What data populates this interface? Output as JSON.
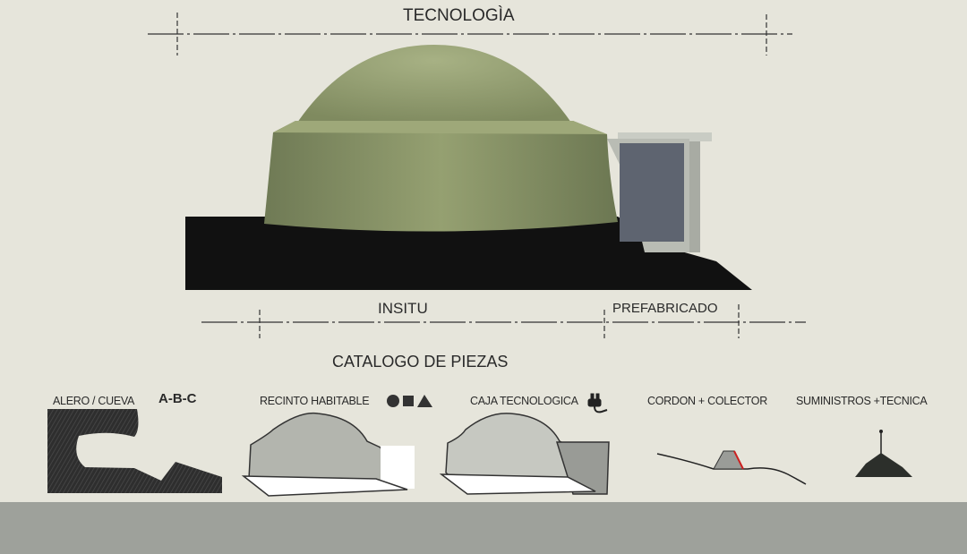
{
  "title": "TECNOLOGÌA",
  "dimensions": {
    "insitu": "INSITU",
    "prefabricado": "PREFABRICADO"
  },
  "catalog": {
    "title": "CATALOGO DE PIEZAS",
    "items": [
      {
        "label": "ALERO / CUEVA",
        "extra": "A-B-C"
      },
      {
        "label": "RECINTO HABITABLE"
      },
      {
        "label": "CAJA TECNOLOGICA"
      },
      {
        "label": "CORDON + COLECTOR"
      },
      {
        "label": "SUMINISTROS +TECNICA"
      }
    ]
  },
  "colors": {
    "background": "#e6e5db",
    "dome": "#8f9c6c",
    "ground": "#111111",
    "footer": "#9ea19b",
    "accent_red": "#cc2020"
  }
}
